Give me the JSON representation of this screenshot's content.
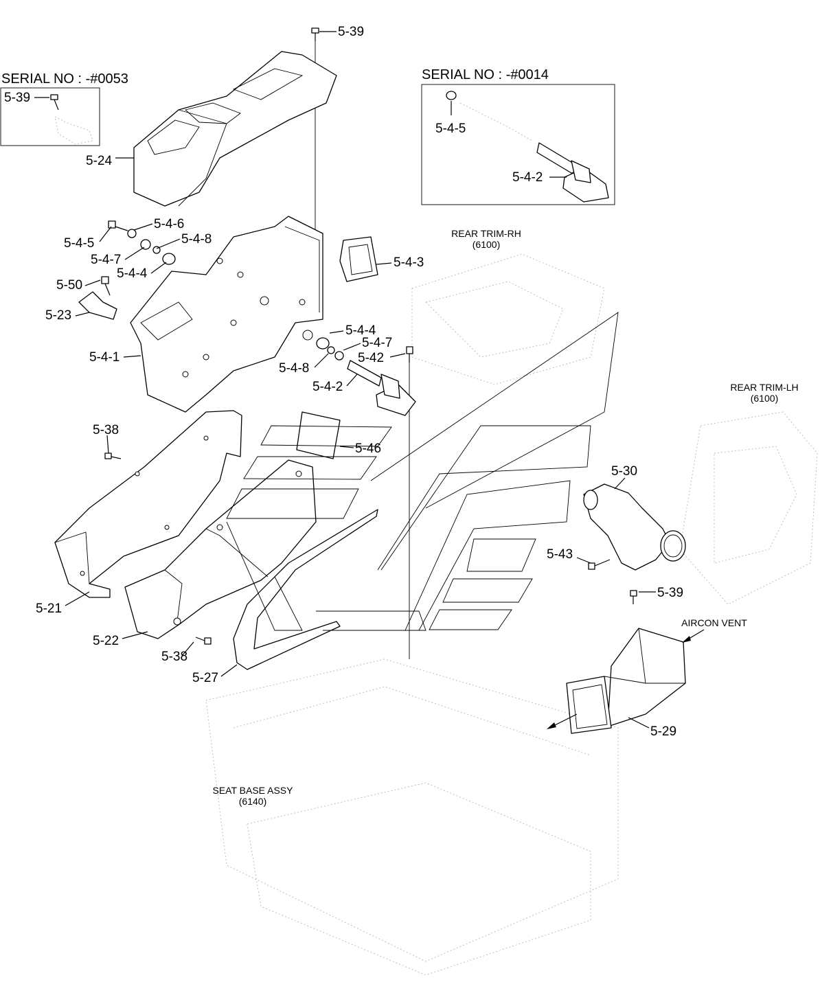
{
  "inset_boxes": [
    {
      "title": "SERIAL NO : -#0053",
      "labels": [
        "5-39"
      ]
    },
    {
      "title": "SERIAL NO : -#0014",
      "labels": [
        "5-4-5",
        "5-4-2"
      ]
    }
  ],
  "part_labels": {
    "p5_39_top": "5-39",
    "p5_24": "5-24",
    "p5_4_6": "5-4-6",
    "p5_4_5": "5-4-5",
    "p5_4_8_a": "5-4-8",
    "p5_4_7_a": "5-4-7",
    "p5_4_4_a": "5-4-4",
    "p5_50": "5-50",
    "p5_23": "5-23",
    "p5_4_3": "5-4-3",
    "p5_4_1": "5-4-1",
    "p5_4_4_b": "5-4-4",
    "p5_4_7_b": "5-4-7",
    "p5_4_8_b": "5-4-8",
    "p5_42": "5-42",
    "p5_4_2": "5-4-2",
    "p5_38_a": "5-38",
    "p5_46": "5-46",
    "p5_30": "5-30",
    "p5_43": "5-43",
    "p5_21": "5-21",
    "p5_22": "5-22",
    "p5_38_b": "5-38",
    "p5_27": "5-27",
    "p5_39_b": "5-39",
    "p5_29": "5-29"
  },
  "references": {
    "rear_trim_rh": {
      "name": "REAR TRIM-RH",
      "code": "(6100)"
    },
    "rear_trim_lh": {
      "name": "REAR TRIM-LH",
      "code": "(6100)"
    },
    "seat_base": {
      "name": "SEAT BASE ASSY",
      "code": "(6140)"
    },
    "aircon_vent": "AIRCON VENT"
  }
}
